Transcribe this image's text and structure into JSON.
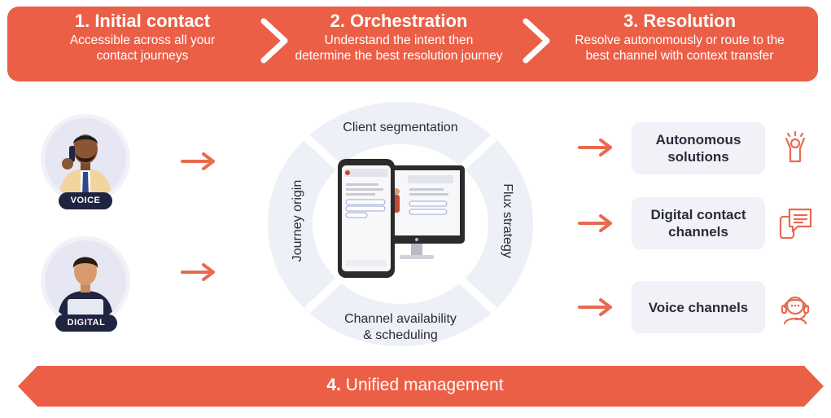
{
  "steps": [
    {
      "title": "1. Initial contact",
      "desc_lines": [
        "Accessible across all your",
        "contact journeys"
      ]
    },
    {
      "title": "2. Orchestration",
      "desc_lines": [
        "Understand the intent then",
        "determine the best resolution journey"
      ]
    },
    {
      "title": "3. Resolution",
      "desc_lines": [
        "Resolve autonomously or route to the",
        "best channel with context transfer"
      ]
    }
  ],
  "personas": [
    {
      "badge": "VOICE",
      "icon": "person-on-phone-icon"
    },
    {
      "badge": "DIGITAL",
      "icon": "person-with-laptop-icon"
    }
  ],
  "orchestration": {
    "top": "Client segmentation",
    "left": "Journey origin",
    "right": "Flux strategy",
    "bottom_lines": [
      "Channel availability",
      "& scheduling"
    ]
  },
  "solutions": [
    {
      "lines": [
        "Autonomous",
        "solutions"
      ],
      "icon": "person-cheering-icon"
    },
    {
      "lines": [
        "Digital contact",
        "channels"
      ],
      "icon": "chat-device-icon"
    },
    {
      "lines": [
        "Voice channels"
      ],
      "icon": "headset-agent-icon"
    }
  ],
  "bottom": {
    "number": "4.",
    "label": "Unified management"
  },
  "colors": {
    "accent": "#ec5f47",
    "dark": "#1f2440",
    "panel": "#f1f2f8"
  }
}
